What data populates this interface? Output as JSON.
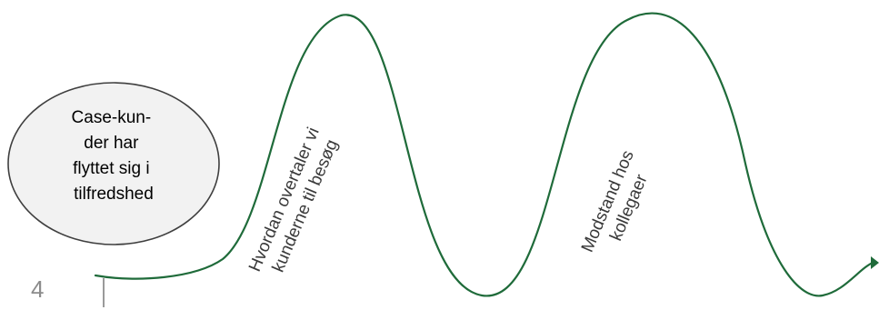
{
  "bubble": {
    "lines": [
      "Case-kun-",
      "der har",
      "flyttet sig i",
      "tilfredshed"
    ]
  },
  "peaks": [
    {
      "lines": [
        "Hvordan overtaler vi",
        "kunderne til besøg"
      ]
    },
    {
      "lines": [
        "Modstand hos",
        "kollegaer"
      ]
    }
  ],
  "page": {
    "number": "4"
  },
  "colors": {
    "curve": "#1f6b3a",
    "bubble_stroke": "#3f3f3f",
    "bubble_fill": "#f2f2f2",
    "label_text": "#3a3a3a",
    "page_number": "#8c8c8c"
  }
}
